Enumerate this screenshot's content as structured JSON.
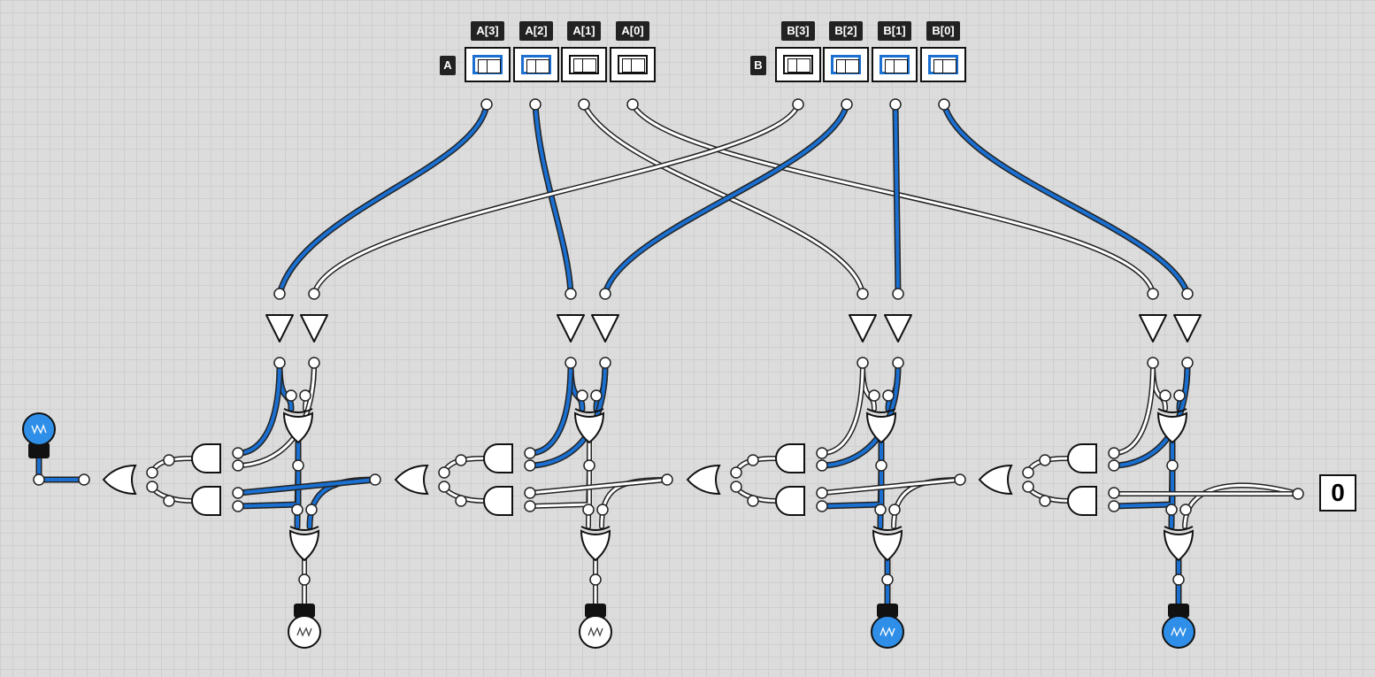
{
  "inputs": {
    "a_label": "A",
    "b_label": "B",
    "a_bits": [
      {
        "label": "A[3]",
        "on": true
      },
      {
        "label": "A[2]",
        "on": true
      },
      {
        "label": "A[1]",
        "on": false
      },
      {
        "label": "A[0]",
        "on": false
      }
    ],
    "b_bits": [
      {
        "label": "B[3]",
        "on": false
      },
      {
        "label": "B[2]",
        "on": true
      },
      {
        "label": "B[1]",
        "on": true
      },
      {
        "label": "B[0]",
        "on": true
      }
    ]
  },
  "carry_in": {
    "value": "0"
  },
  "outputs": {
    "carry_out_on": true,
    "sum_bits_on": [
      false,
      false,
      true,
      true
    ]
  },
  "colors": {
    "active_wire": "#1a6fd0",
    "inactive_wire": "#ffffff",
    "wire_outline": "#222222",
    "bulb_on": "#2f8fe8",
    "bulb_off": "#ffffff",
    "background": "#dcdcdc"
  }
}
